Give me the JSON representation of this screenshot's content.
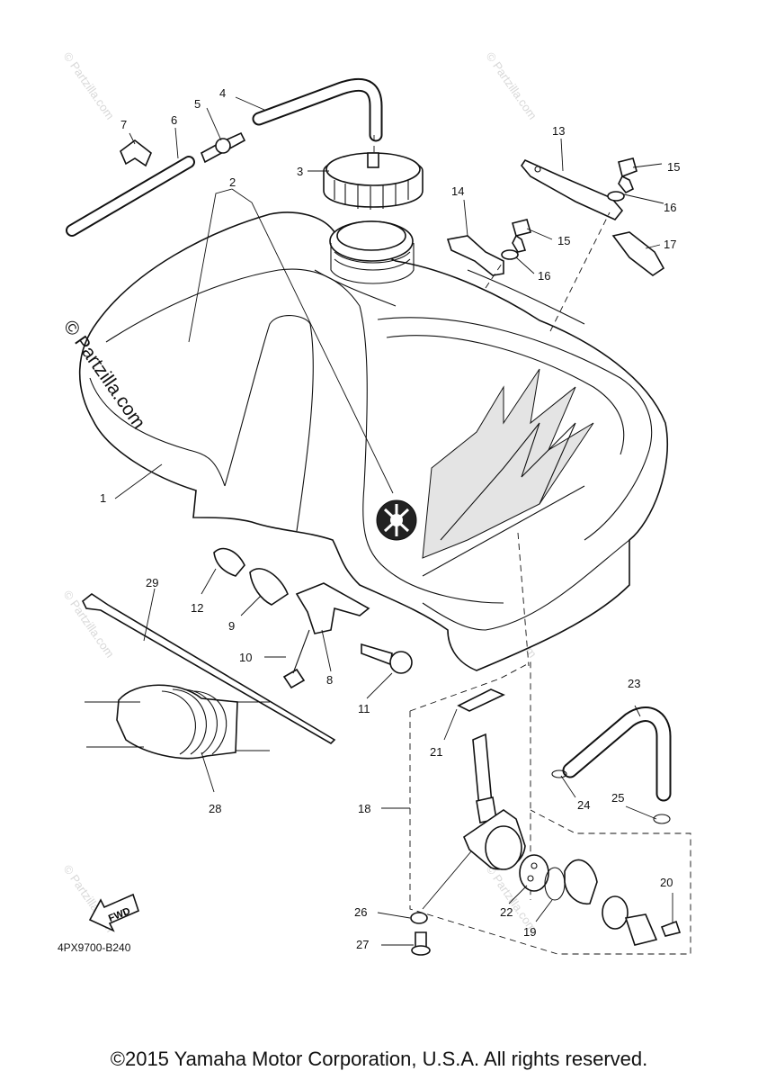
{
  "watermark": {
    "main": "© Partzilla.com",
    "small": "© Partzilla.com"
  },
  "parts": [
    {
      "id": "1"
    },
    {
      "id": "2"
    },
    {
      "id": "3"
    },
    {
      "id": "4"
    },
    {
      "id": "5"
    },
    {
      "id": "6"
    },
    {
      "id": "7"
    },
    {
      "id": "8"
    },
    {
      "id": "9"
    },
    {
      "id": "10"
    },
    {
      "id": "11"
    },
    {
      "id": "12"
    },
    {
      "id": "13"
    },
    {
      "id": "14"
    },
    {
      "id": "15"
    },
    {
      "id": "15b",
      "label": "15"
    },
    {
      "id": "16"
    },
    {
      "id": "16b",
      "label": "16"
    },
    {
      "id": "17"
    },
    {
      "id": "18"
    },
    {
      "id": "19"
    },
    {
      "id": "20"
    },
    {
      "id": "21"
    },
    {
      "id": "22"
    },
    {
      "id": "23"
    },
    {
      "id": "24"
    },
    {
      "id": "25"
    },
    {
      "id": "26"
    },
    {
      "id": "27"
    },
    {
      "id": "28"
    },
    {
      "id": "29"
    }
  ],
  "labels": {
    "p1": "1",
    "p2": "2",
    "p3": "3",
    "p4": "4",
    "p5": "5",
    "p6": "6",
    "p7": "7",
    "p8": "8",
    "p9": "9",
    "p10": "10",
    "p11": "11",
    "p12": "12",
    "p13": "13",
    "p14": "14",
    "p15a": "15",
    "p15b": "15",
    "p16a": "16",
    "p16b": "16",
    "p17": "17",
    "p18": "18",
    "p19": "19",
    "p20": "20",
    "p21": "21",
    "p22": "22",
    "p23": "23",
    "p24": "24",
    "p25": "25",
    "p26": "26",
    "p27": "27",
    "p28": "28",
    "p29": "29"
  },
  "fwd_label": "FWD",
  "drawing_code": "4PX9700-B240",
  "copyright": "©2015 Yamaha Motor Corporation, U.S.A. All rights reserved."
}
